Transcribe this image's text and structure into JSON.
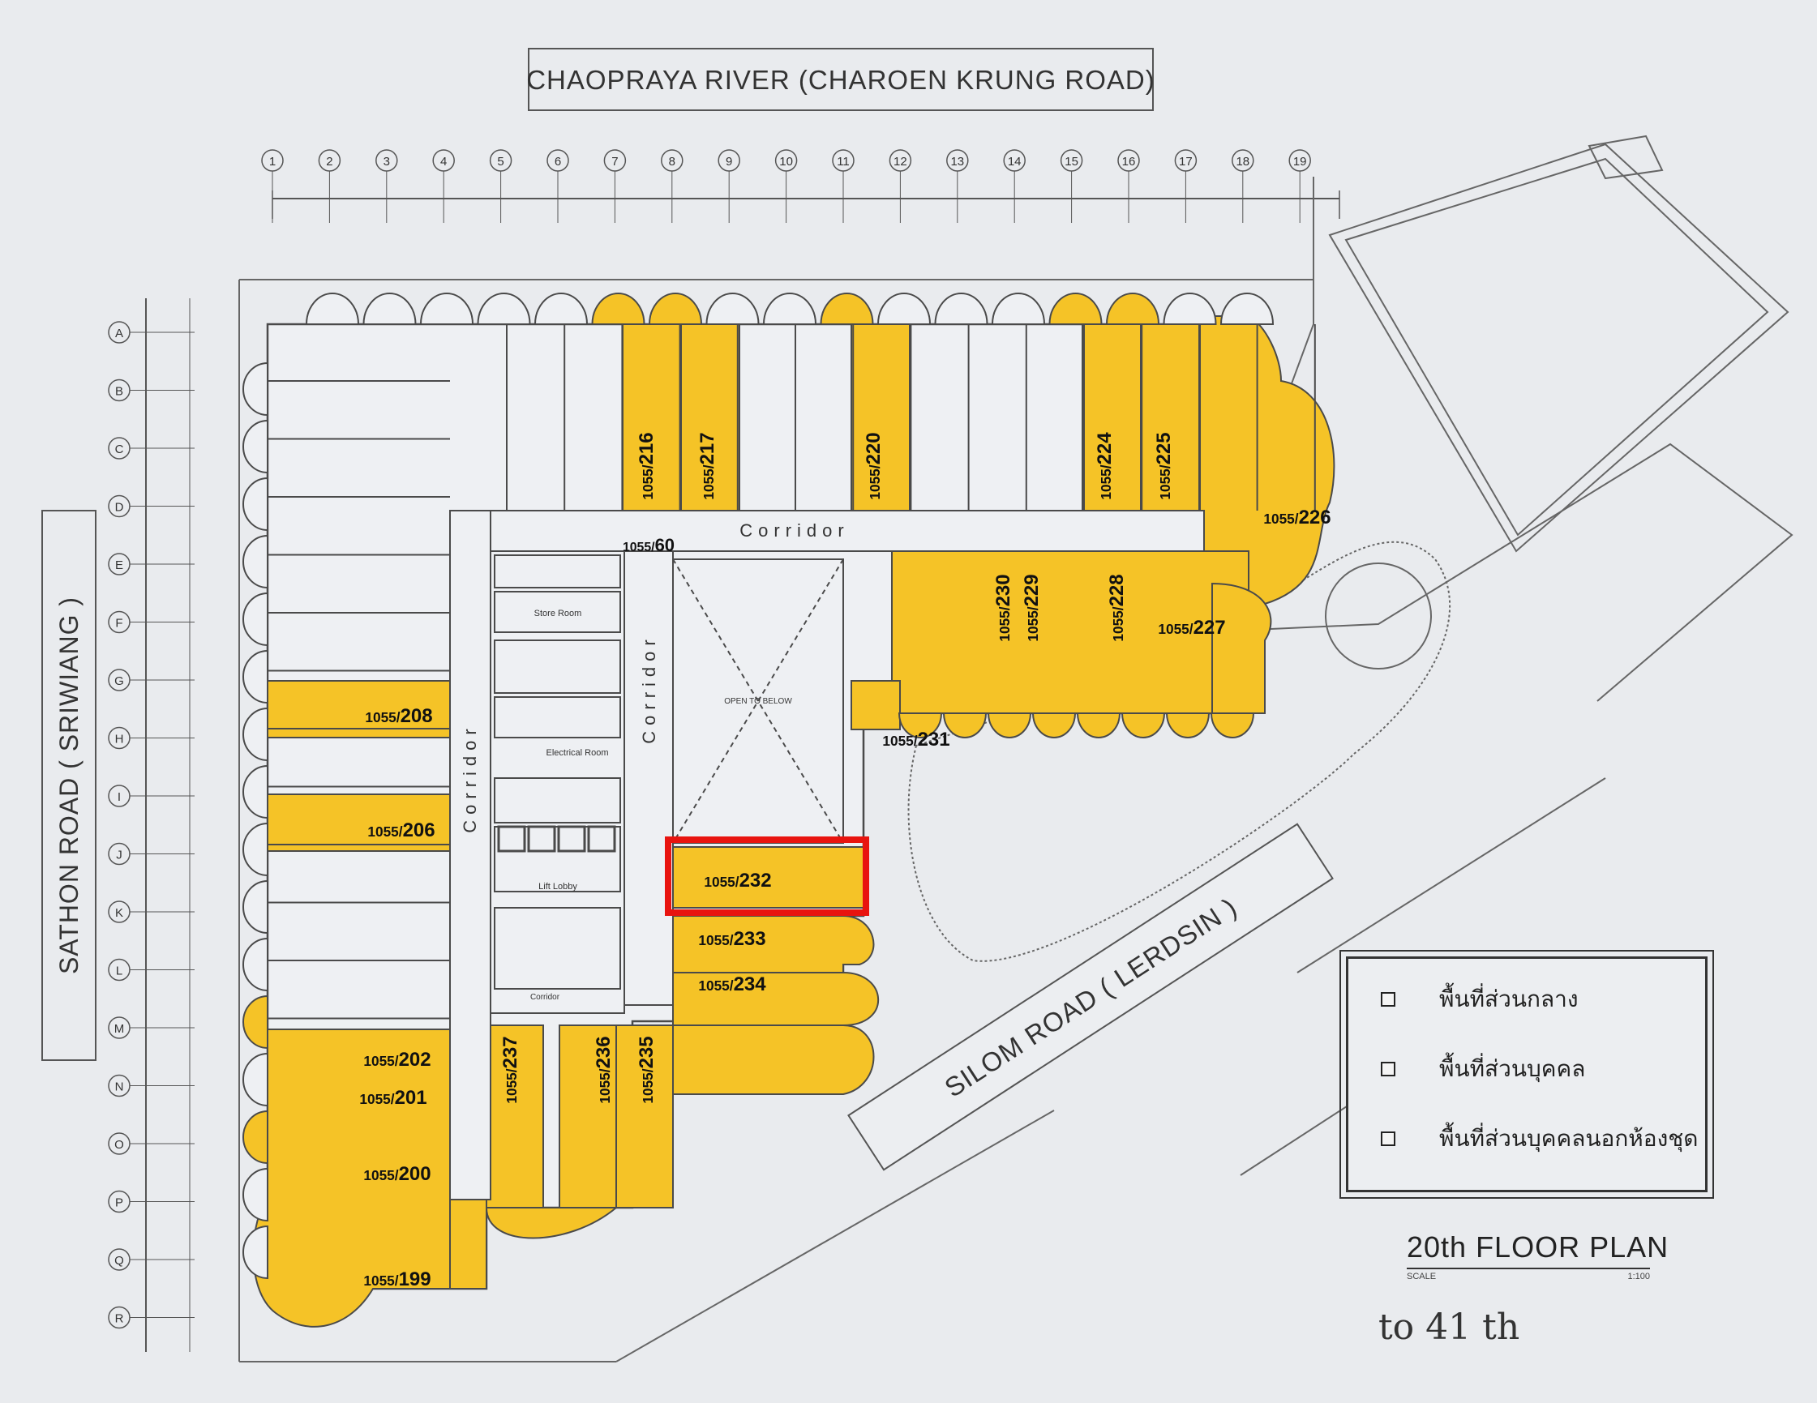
{
  "roads": {
    "top": "CHAOPRAYA RIVER (CHAROEN KRUNG ROAD)",
    "left": "SATHON ROAD ( SRIWIANG )",
    "right": "SILOM ROAD ( LERDSIN )"
  },
  "grid": {
    "columns": [
      "1",
      "2",
      "3",
      "4",
      "5",
      "6",
      "7",
      "8",
      "9",
      "10",
      "11",
      "12",
      "13",
      "14",
      "15",
      "16",
      "17",
      "18",
      "19"
    ],
    "rows": [
      "A",
      "B",
      "C",
      "D",
      "E",
      "F",
      "G",
      "H",
      "I",
      "J",
      "K",
      "L",
      "M",
      "N",
      "O",
      "P",
      "Q",
      "R"
    ]
  },
  "areas": {
    "store_room": "Store Room",
    "electrical_room": "Electrical Room",
    "lift_lobby": "Lift Lobby",
    "corridor_small": "Corridor",
    "open_to_below": "OPEN TO BELOW",
    "corridor": "Corridor"
  },
  "units": [
    {
      "id": "u216",
      "label": "1055/216"
    },
    {
      "id": "u217",
      "label": "1055/217"
    },
    {
      "id": "u220",
      "label": "1055/220"
    },
    {
      "id": "u224",
      "label": "1055/224"
    },
    {
      "id": "u225",
      "label": "1055/225"
    },
    {
      "id": "u226",
      "label": "1055/226"
    },
    {
      "id": "u60",
      "label": "1055/60"
    },
    {
      "id": "u230",
      "label": "1055/230"
    },
    {
      "id": "u229",
      "label": "1055/229"
    },
    {
      "id": "u228",
      "label": "1055/228"
    },
    {
      "id": "u227",
      "label": "1055/227"
    },
    {
      "id": "u231",
      "label": "1055/231"
    },
    {
      "id": "u208",
      "label": "1055/208"
    },
    {
      "id": "u206",
      "label": "1055/206"
    },
    {
      "id": "u232",
      "label": "1055/232"
    },
    {
      "id": "u233",
      "label": "1055/233"
    },
    {
      "id": "u234",
      "label": "1055/234"
    },
    {
      "id": "u202",
      "label": "1055/202"
    },
    {
      "id": "u201",
      "label": "1055/201"
    },
    {
      "id": "u200",
      "label": "1055/200"
    },
    {
      "id": "u199",
      "label": "1055/199"
    },
    {
      "id": "u237",
      "label": "1055/237"
    },
    {
      "id": "u236",
      "label": "1055/236"
    },
    {
      "id": "u235",
      "label": "1055/235"
    }
  ],
  "legend": [
    {
      "label": "พื้นที่ส่วนกลาง"
    },
    {
      "label": "พื้นที่ส่วนบุคคล"
    },
    {
      "label": "พื้นที่ส่วนบุคคลนอกห้องชุด"
    }
  ],
  "title": {
    "floor": "20th FLOOR PLAN",
    "scale_label": "SCALE",
    "scale_value": "1:100",
    "to_floor": "to 41 th"
  },
  "colors": {
    "highlight_fill": "#f5c327",
    "selected_outline": "#e8140f",
    "line": "#4a4a4a",
    "background": "#e9ebee"
  }
}
